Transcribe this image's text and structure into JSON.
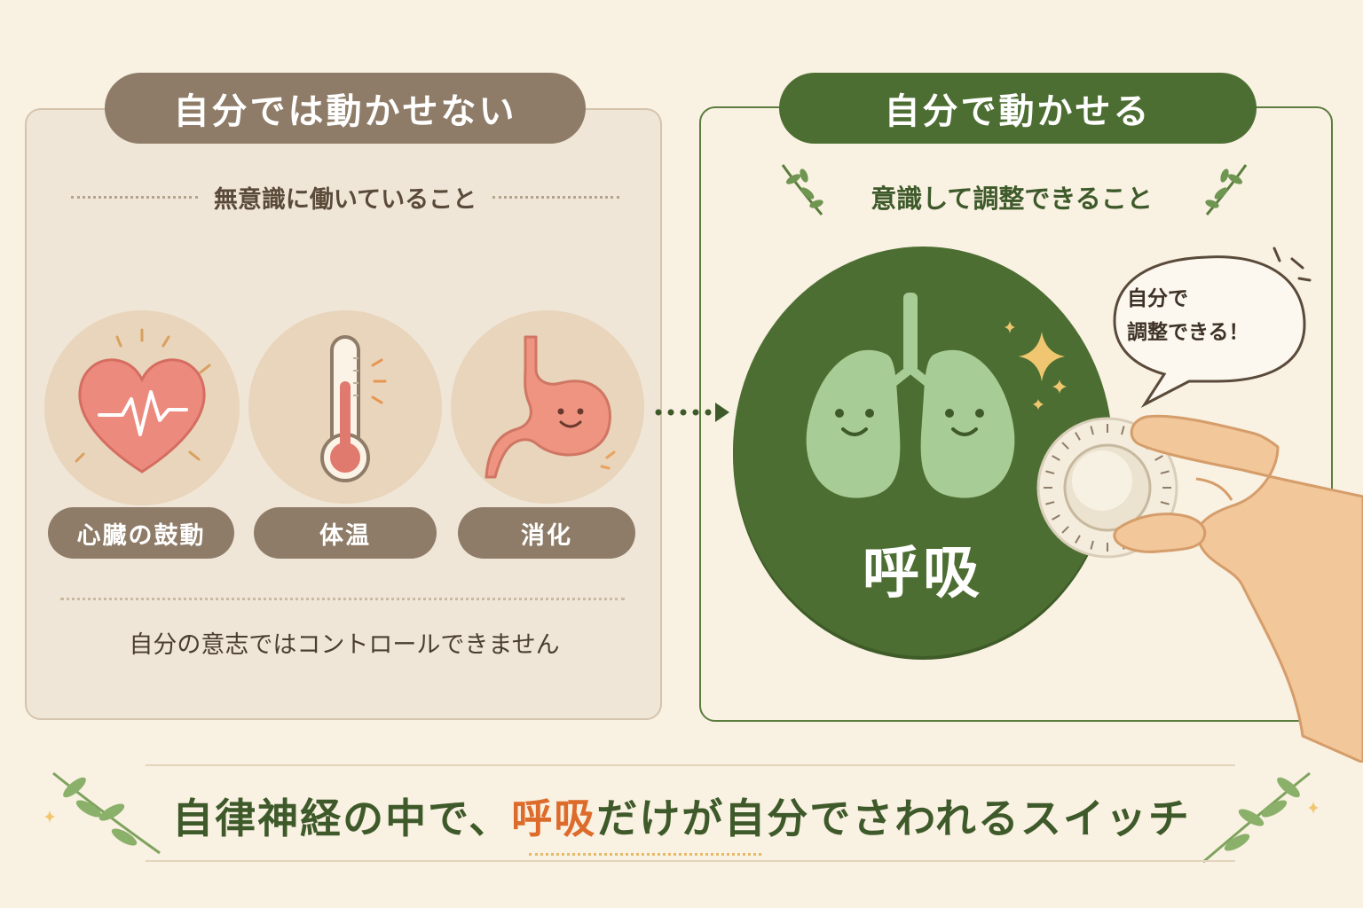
{
  "left_panel": {
    "title": "自分では動かせない",
    "subtitle": "無意識に働いていること",
    "items": [
      {
        "label": "心臓の鼓動",
        "icon": "heart-icon"
      },
      {
        "label": "体温",
        "icon": "thermometer-icon"
      },
      {
        "label": "消化",
        "icon": "stomach-icon"
      }
    ],
    "note": "自分の意志ではコントロールできません"
  },
  "right_panel": {
    "title": "自分で動かせる",
    "subtitle": "意識して調整できること",
    "main_label": "呼吸",
    "bubble_line1": "自分で",
    "bubble_line2": "調整できる！",
    "icons": [
      "lungs-icon",
      "dial-knob-icon",
      "hand-icon",
      "sparkle-icon",
      "leaf-sprig-icon"
    ]
  },
  "tagline": {
    "before": "自律神経の中で、",
    "highlight": "呼吸",
    "after": "だけが自分でさわれるスイッチ"
  },
  "colors": {
    "background": "#f9f1e2",
    "left_accent": "#8e7c68",
    "right_accent": "#4d6e32",
    "highlight": "#dd6b2b"
  }
}
